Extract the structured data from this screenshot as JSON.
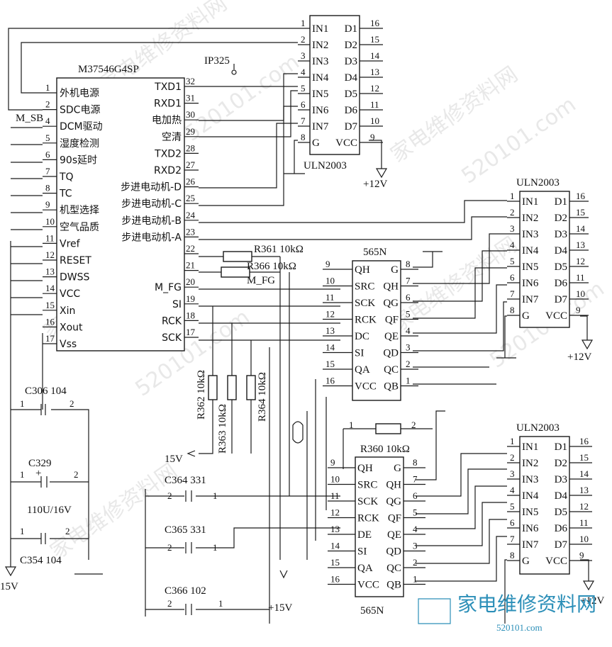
{
  "watermark": "家电维修资料网",
  "watermark_url": "520101.com",
  "logo": {
    "text": "家电维修资料网",
    "url": "520101.com",
    "color": "#2c8fb8"
  },
  "mcu": {
    "name": "M37546G4SP",
    "left_pins": [
      {
        "n": "1",
        "label": "外机电源"
      },
      {
        "n": "2",
        "label": "SDC电源"
      },
      {
        "n": "3",
        "label": ""
      },
      {
        "n": "4",
        "label": "DCM驱动"
      },
      {
        "n": "5",
        "label": "湿度检测"
      },
      {
        "n": "6",
        "label": "90s延时"
      },
      {
        "n": "7",
        "label": "TQ"
      },
      {
        "n": "8",
        "label": "TC"
      },
      {
        "n": "9",
        "label": "机型选择"
      },
      {
        "n": "10",
        "label": "空气品质"
      },
      {
        "n": "11",
        "label": "Vref"
      },
      {
        "n": "12",
        "label": "RESET"
      },
      {
        "n": "13",
        "label": "DWSS"
      },
      {
        "n": "14",
        "label": "VCC"
      },
      {
        "n": "15",
        "label": "Xin"
      },
      {
        "n": "16",
        "label": "Xout"
      },
      {
        "n": "17",
        "label": "Vss"
      }
    ],
    "right_pins": [
      {
        "n": "32",
        "label": "TXD1"
      },
      {
        "n": "31",
        "label": "RXD1"
      },
      {
        "n": "30",
        "label": "电加热"
      },
      {
        "n": "29",
        "label": "空清"
      },
      {
        "n": "28",
        "label": "TXD2"
      },
      {
        "n": "27",
        "label": "RXD2"
      },
      {
        "n": "26",
        "label": "步进电动机-D"
      },
      {
        "n": "25",
        "label": "步进电动机-C"
      },
      {
        "n": "24",
        "label": "步进电动机-B"
      },
      {
        "n": "23",
        "label": "步进电动机-A"
      },
      {
        "n": "22",
        "label": ""
      },
      {
        "n": "21",
        "label": ""
      },
      {
        "n": "20",
        "label": "M_FG"
      },
      {
        "n": "19",
        "label": "SI"
      },
      {
        "n": "18",
        "label": "RCK"
      },
      {
        "n": "17",
        "label": "SCK"
      }
    ]
  },
  "uln_top": {
    "name": "ULN2003",
    "left_pins": [
      {
        "n": "1",
        "label": "IN1"
      },
      {
        "n": "2",
        "label": "IN2"
      },
      {
        "n": "3",
        "label": "IN3"
      },
      {
        "n": "4",
        "label": "IN4"
      },
      {
        "n": "5",
        "label": "IN5"
      },
      {
        "n": "6",
        "label": "IN6"
      },
      {
        "n": "7",
        "label": "IN7"
      },
      {
        "n": "8",
        "label": "G"
      }
    ],
    "right_pins": [
      {
        "n": "16",
        "label": "D1"
      },
      {
        "n": "15",
        "label": "D2"
      },
      {
        "n": "14",
        "label": "D3"
      },
      {
        "n": "13",
        "label": "D4"
      },
      {
        "n": "12",
        "label": "D5"
      },
      {
        "n": "11",
        "label": "D6"
      },
      {
        "n": "10",
        "label": "D7"
      },
      {
        "n": "9",
        "label": "VCC"
      }
    ]
  },
  "uln_mid": {
    "name": "ULN2003",
    "left_pins": [
      {
        "n": "1",
        "label": "IN1"
      },
      {
        "n": "2",
        "label": "IN2"
      },
      {
        "n": "3",
        "label": "IN3"
      },
      {
        "n": "4",
        "label": "IN4"
      },
      {
        "n": "5",
        "label": "IN5"
      },
      {
        "n": "6",
        "label": "IN6"
      },
      {
        "n": "7",
        "label": "IN7"
      },
      {
        "n": "8",
        "label": "G"
      }
    ],
    "right_pins": [
      {
        "n": "16",
        "label": "D1"
      },
      {
        "n": "15",
        "label": "D2"
      },
      {
        "n": "14",
        "label": "D3"
      },
      {
        "n": "13",
        "label": "D4"
      },
      {
        "n": "12",
        "label": "D5"
      },
      {
        "n": "11",
        "label": "D6"
      },
      {
        "n": "10",
        "label": "D7"
      },
      {
        "n": "9",
        "label": "VCC"
      }
    ]
  },
  "uln_bot": {
    "name": "ULN2003",
    "left_pins": [
      {
        "n": "1",
        "label": "IN1"
      },
      {
        "n": "2",
        "label": "IN2"
      },
      {
        "n": "3",
        "label": "IN3"
      },
      {
        "n": "4",
        "label": "IN4"
      },
      {
        "n": "5",
        "label": "IN5"
      },
      {
        "n": "6",
        "label": "IN6"
      },
      {
        "n": "7",
        "label": "IN7"
      },
      {
        "n": "8",
        "label": "G"
      }
    ],
    "right_pins": [
      {
        "n": "16",
        "label": "D1"
      },
      {
        "n": "15",
        "label": "D2"
      },
      {
        "n": "14",
        "label": "D3"
      },
      {
        "n": "13",
        "label": "D4"
      },
      {
        "n": "12",
        "label": "D5"
      },
      {
        "n": "11",
        "label": "D6"
      },
      {
        "n": "10",
        "label": "D7"
      },
      {
        "n": "9",
        "label": "VCC"
      }
    ]
  },
  "sr_top": {
    "name": "565N",
    "left_pins": [
      {
        "n": "9",
        "label": "QH"
      },
      {
        "n": "10",
        "label": "SRC"
      },
      {
        "n": "11",
        "label": "SCK"
      },
      {
        "n": "12",
        "label": "RCK"
      },
      {
        "n": "13",
        "label": "DC"
      },
      {
        "n": "14",
        "label": "SI"
      },
      {
        "n": "15",
        "label": "QA"
      },
      {
        "n": "16",
        "label": "VCC"
      }
    ],
    "right_pins": [
      {
        "n": "8",
        "label": "G"
      },
      {
        "n": "7",
        "label": "QH"
      },
      {
        "n": "6",
        "label": "QG"
      },
      {
        "n": "5",
        "label": "QF"
      },
      {
        "n": "4",
        "label": "QE"
      },
      {
        "n": "3",
        "label": "QD"
      },
      {
        "n": "2",
        "label": "QC"
      },
      {
        "n": "1",
        "label": "QB"
      }
    ]
  },
  "sr_bot": {
    "name": "565N",
    "left_pins": [
      {
        "n": "9",
        "label": "QH"
      },
      {
        "n": "10",
        "label": "SRC"
      },
      {
        "n": "11",
        "label": "SCK"
      },
      {
        "n": "12",
        "label": "RCK"
      },
      {
        "n": "13",
        "label": "DE"
      },
      {
        "n": "14",
        "label": "SI"
      },
      {
        "n": "15",
        "label": "QA"
      },
      {
        "n": "16",
        "label": "VCC"
      }
    ],
    "right_pins": [
      {
        "n": "8",
        "label": "G"
      },
      {
        "n": "7",
        "label": "QH"
      },
      {
        "n": "6",
        "label": "QG"
      },
      {
        "n": "5",
        "label": "QF"
      },
      {
        "n": "4",
        "label": "QE"
      },
      {
        "n": "3",
        "label": "QD"
      },
      {
        "n": "2",
        "label": "QC"
      },
      {
        "n": "1",
        "label": "QB"
      }
    ]
  },
  "labels": {
    "ip325": "IP325",
    "m_sb": "M_SB",
    "m_fg": "M_FG",
    "r361": "R361 10kΩ",
    "r366": "R366 10kΩ",
    "r362": "R362 10kΩ",
    "r363": "R363 10kΩ",
    "r364": "R364 10kΩ",
    "r360": "R360 10kΩ",
    "c306": "C306 104",
    "c329": "C329",
    "c329_val": "110U/16V",
    "c354": "C354 104",
    "c364": "C364 331",
    "c365": "C365 331",
    "c366": "C366 102",
    "v12_a": "+12V",
    "v12_b": "+12V",
    "v12_c": "+12V",
    "v15_a": "15V",
    "v15_b": "15V",
    "v15_c": "+15V",
    "plus": "+",
    "one": "1",
    "two": "2"
  }
}
